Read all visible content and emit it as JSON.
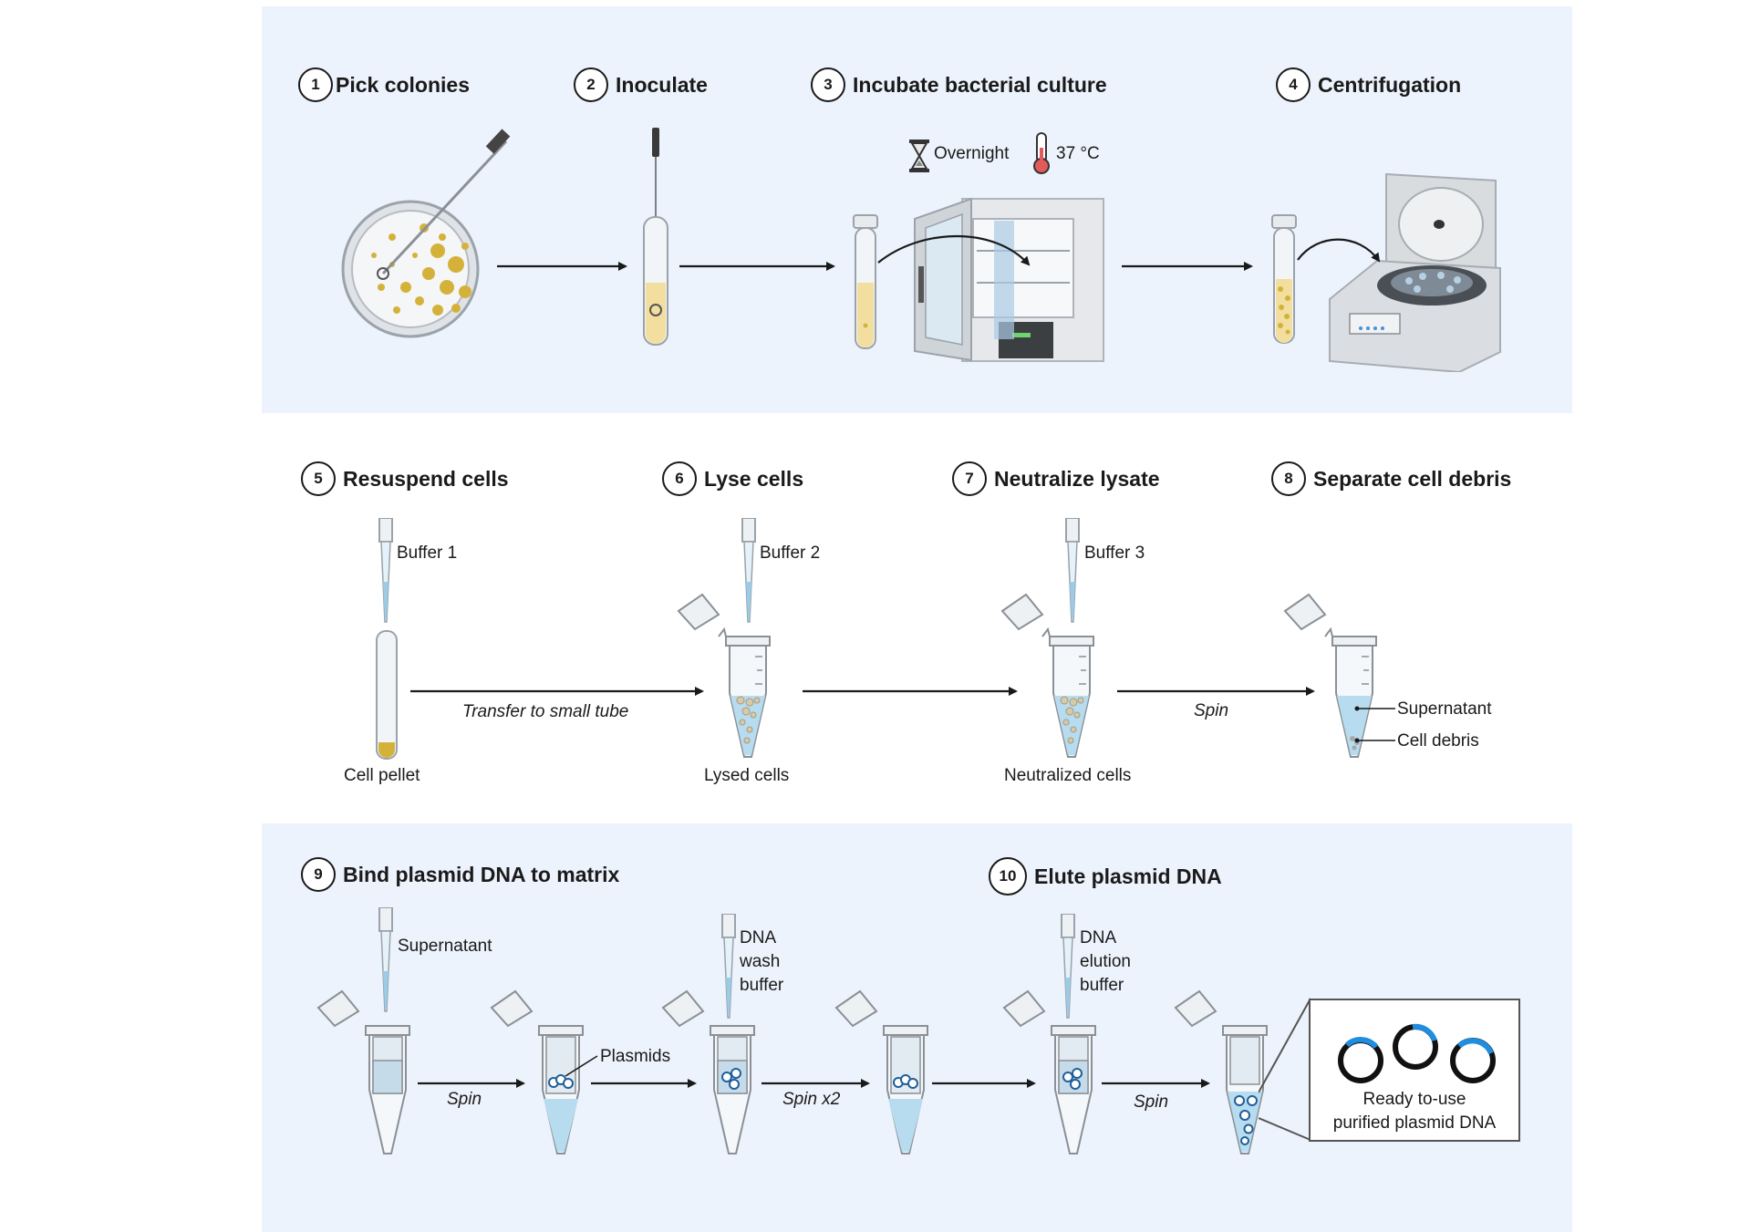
{
  "steps": [
    {
      "num": "1",
      "title": "Pick colonies"
    },
    {
      "num": "2",
      "title": "Inoculate"
    },
    {
      "num": "3",
      "title": "Incubate bacterial culture"
    },
    {
      "num": "4",
      "title": "Centrifugation"
    },
    {
      "num": "5",
      "title": "Resuspend cells"
    },
    {
      "num": "6",
      "title": "Lyse cells"
    },
    {
      "num": "7",
      "title": "Neutralize lysate"
    },
    {
      "num": "8",
      "title": "Separate cell debris"
    },
    {
      "num": "9",
      "title": "Bind plasmid DNA to matrix"
    },
    {
      "num": "10",
      "title": "Elute plasmid DNA"
    }
  ],
  "incubation": {
    "time": "Overnight",
    "temperature": "37 °C"
  },
  "labels": {
    "buffer1": "Buffer 1",
    "buffer2": "Buffer 2",
    "buffer3": "Buffer 3",
    "cell_pellet": "Cell pellet",
    "lysed_cells": "Lysed cells",
    "neutralized_cells": "Neutralized cells",
    "supernatant_out": "Supernatant",
    "cell_debris": "Cell debris",
    "transfer": "Transfer to small tube",
    "spin": "Spin",
    "supernatant_in": "Supernatant",
    "plasmids": "Plasmids",
    "wash_1": "DNA",
    "wash_2": "wash",
    "wash_3": "buffer",
    "spin_x2": "Spin x2",
    "elution_1": "DNA",
    "elution_2": "elution",
    "elution_3": "buffer",
    "spin_b": "Spin",
    "spin_c": "Spin",
    "final_1": "Ready to-use",
    "final_2": "purified plasmid DNA"
  },
  "colors": {
    "panel": "#edf3fc",
    "culture": "#f2dfa0",
    "colony": "#d4b23a",
    "liquid": "#b7dcef",
    "plasmid": "#1f8ee0"
  }
}
